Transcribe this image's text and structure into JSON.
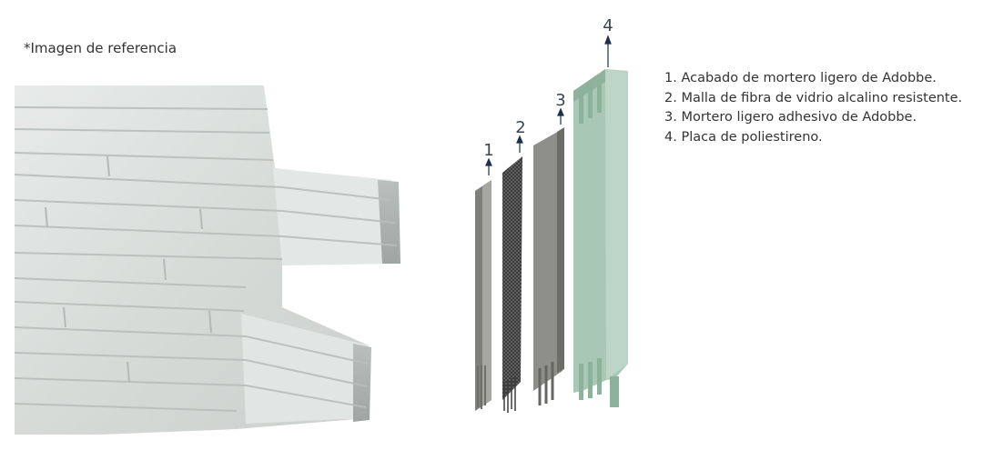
{
  "caption": "*Imagen de referencia",
  "photo": {
    "icon": "stone-wall-panel-photo",
    "stone_color": "#dfe3e1"
  },
  "diagram": {
    "layer_numbers": [
      "1",
      "2",
      "3",
      "4"
    ],
    "layer_colors": {
      "finish": "#9a9a96",
      "mesh": "#4a4a4a",
      "mortar": "#8c8c88",
      "board": "#a9c7b5"
    },
    "arrow_color": "#1f2f4a"
  },
  "legend": [
    "1. Acabado de mortero ligero de Adobbe.",
    "2. Malla de fibra de vidrio alcalino resistente.",
    "3. Mortero ligero adhesivo de Adobbe.",
    "4. Placa de poliestireno."
  ]
}
